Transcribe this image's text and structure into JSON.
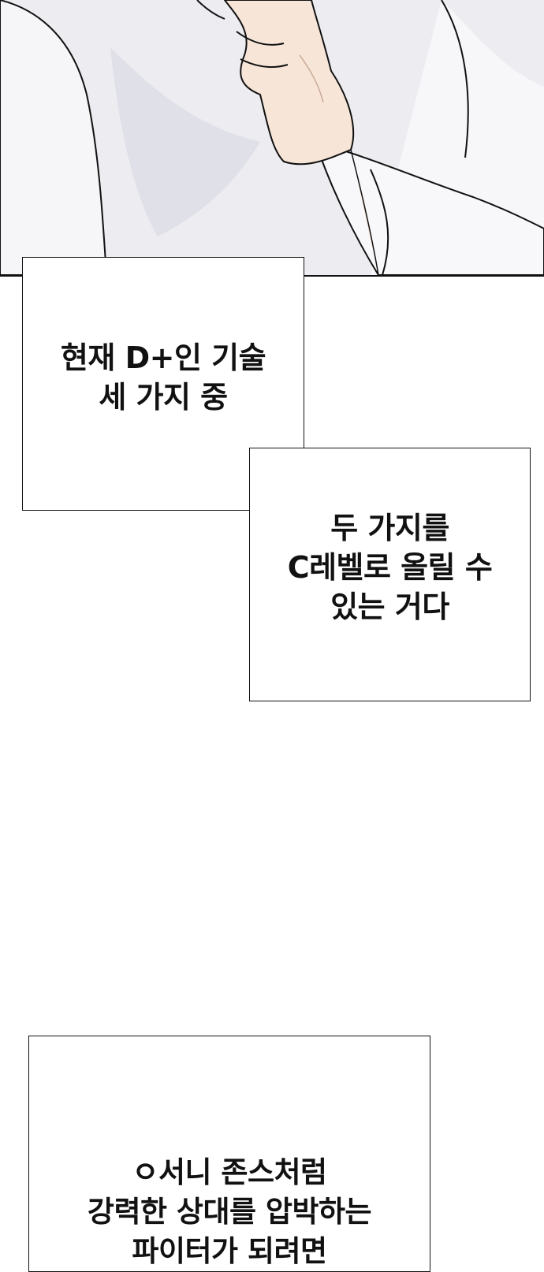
{
  "captions": {
    "box1": {
      "lines": [
        "현재 D+인 기술",
        "세 가지 중"
      ]
    },
    "box2": {
      "lines": [
        "두 가지를",
        "C레벨로 올릴 수",
        "있는 거다"
      ]
    },
    "box3": {
      "lines": [
        "ㅇ서니 존스처럼",
        "강력한 상대를 압박하는",
        "파이터가 되려면"
      ]
    }
  },
  "colors": {
    "skin": "#f7e6d8",
    "shirt": "#f4f4f7",
    "line": "#111111"
  }
}
